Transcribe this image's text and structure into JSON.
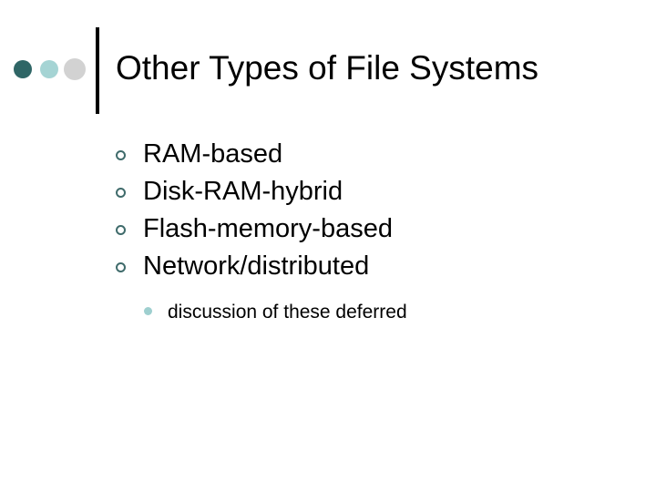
{
  "slide": {
    "title": "Other Types of File Systems",
    "decoration": {
      "dot_1_color": "#2f6666",
      "dot_2_color": "#a5d4d4",
      "dot_3_color": "#d2d2d2",
      "divider_color": "#000000",
      "dot_1_name": "dark-teal-dot",
      "dot_2_name": "aqua-dot",
      "dot_3_name": "gray-dot"
    },
    "bullets": [
      {
        "marker": "○",
        "text": "RAM-based"
      },
      {
        "marker": "○",
        "text": "Disk-RAM-hybrid"
      },
      {
        "marker": "○",
        "text": "Flash-memory-based"
      },
      {
        "marker": "○",
        "text": "Network/distributed"
      }
    ],
    "sub_bullets": [
      {
        "marker": "●",
        "text": "discussion of these deferred"
      }
    ],
    "bullet_marker_color": "#3f6b6b",
    "sub_bullet_marker_color": "#9ecfcf",
    "text_color": "#000000",
    "background_color": "#ffffff"
  }
}
